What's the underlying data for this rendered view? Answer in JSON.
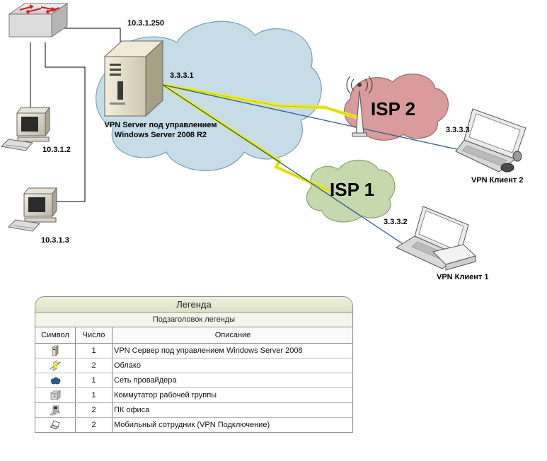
{
  "diagram": {
    "switch_ip": "10.3.1.250",
    "server_ip": "3.3.3.1",
    "server_label_line1": "VPN Server под управлением",
    "server_label_line2": "Windows Server 2008 R2",
    "pc1_ip": "10.3.1.2",
    "pc2_ip": "10.3.1.3",
    "isp2_label": "ISP 2",
    "isp1_label": "ISP 1",
    "client2_ip": "3.3.3.3",
    "client2_label": "VPN Клиент 2",
    "client1_ip": "3.3.3.2",
    "client1_label": "VPN Клиент 1",
    "colors": {
      "office_cloud": "#c6dde7",
      "isp2_cloud": "#d99b9b",
      "isp1_cloud": "#c5d9ad",
      "lightning": "#ecec28",
      "vpn_link": "#2c5d8a"
    }
  },
  "legend": {
    "title": "Легенда",
    "subtitle": "Подзаголовок легенды",
    "headers": {
      "symbol": "Символ",
      "count": "Число",
      "description": "Описание"
    },
    "rows": [
      {
        "icon": "server-icon",
        "count": "1",
        "description": "VPN Сервер под управлением Windows Server 2008"
      },
      {
        "icon": "lightning-icon",
        "count": "2",
        "description": "Облако"
      },
      {
        "icon": "cloud-icon",
        "count": "1",
        "description": "Сеть провайдера"
      },
      {
        "icon": "switch-icon",
        "count": "1",
        "description": "Коммутатор рабочей группы"
      },
      {
        "icon": "pc-icon",
        "count": "2",
        "description": "ПК офиса"
      },
      {
        "icon": "laptop-icon",
        "count": "2",
        "description": "Мобильный сотрудник (VPN Подключение)"
      }
    ]
  }
}
